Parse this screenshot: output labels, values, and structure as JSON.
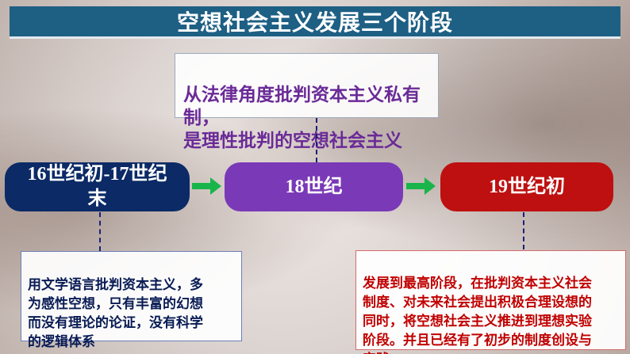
{
  "title": "空想社会主义发展三个阶段",
  "top_note": "从法律角度批判资本主义私有制，\n是理性批判的空想社会主义",
  "stages": [
    {
      "label": "16世纪初-17世纪\n末"
    },
    {
      "label": "18世纪"
    },
    {
      "label": "19世纪初"
    }
  ],
  "left_note": "用文学语言批判资本主义，多\n为感性空想，只有丰富的幻想\n而没有理论的论证，没有科学\n的逻辑体系",
  "right_note": "发展到最高阶段，在批判资本主义社会\n制度、对未来社会提出积极合理设想的\n同时，将空想社会主义推进到理想实验\n阶段。并且已经有了初步的制度创设与\n实践。",
  "colors": {
    "title_bg": "#1e5f84",
    "stage1": "#0b2a66",
    "stage2": "#7a39b7",
    "stage3": "#be1010",
    "arrow": "#19b54a",
    "top_text": "#6a2a97",
    "left_text": "#081b54",
    "right_text": "#c00000"
  }
}
